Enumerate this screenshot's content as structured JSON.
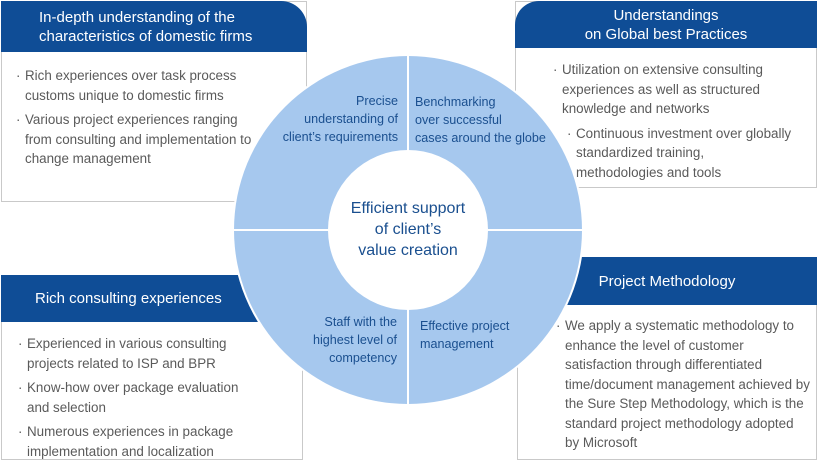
{
  "panels": {
    "top_left": {
      "title_lines": [
        "In-depth understanding of the",
        "characteristics of domestic firms"
      ],
      "items": [
        "Rich experiences over task process customs unique to domestic firms",
        "Various project experiences ranging from consulting and implementation to change management"
      ]
    },
    "top_right": {
      "title_lines": [
        "Understandings",
        "on Global best Practices"
      ],
      "items": [
        "Utilization on extensive consulting experiences as well as structured knowledge and networks",
        "Continuous investment over globally standardized training, methodologies and tools"
      ]
    },
    "bottom_left": {
      "title_lines": [
        "Rich consulting experiences"
      ],
      "items": [
        "Experienced in various consulting projects related to ISP and BPR",
        "Know-how over package evaluation and selection",
        "Numerous experiences in package implementation and localization"
      ]
    },
    "bottom_right": {
      "title_lines": [
        "Project Methodology"
      ],
      "items": [
        "We apply a systematic methodology to enhance the level of customer satisfaction through differentiated time/document management achieved by the Sure Step Methodology, which is the standard project methodology adopted by Microsoft"
      ]
    }
  },
  "ring": {
    "center_lines": [
      "Efficient support",
      "of client’s",
      "value creation"
    ],
    "quadrants": {
      "top_left": [
        "Precise",
        "understanding of",
        "client’s requirements"
      ],
      "top_right": [
        "Benchmarking",
        "over successful",
        "cases around the globe"
      ],
      "bottom_left": [
        "Staff with the",
        "highest level of",
        "competency"
      ],
      "bottom_right": [
        "Effective project",
        "management"
      ]
    },
    "colors": {
      "ring": "#a6c8ee",
      "lines": "#ffffff",
      "header": "#0f4d96",
      "label": "#1a4f8f"
    }
  }
}
